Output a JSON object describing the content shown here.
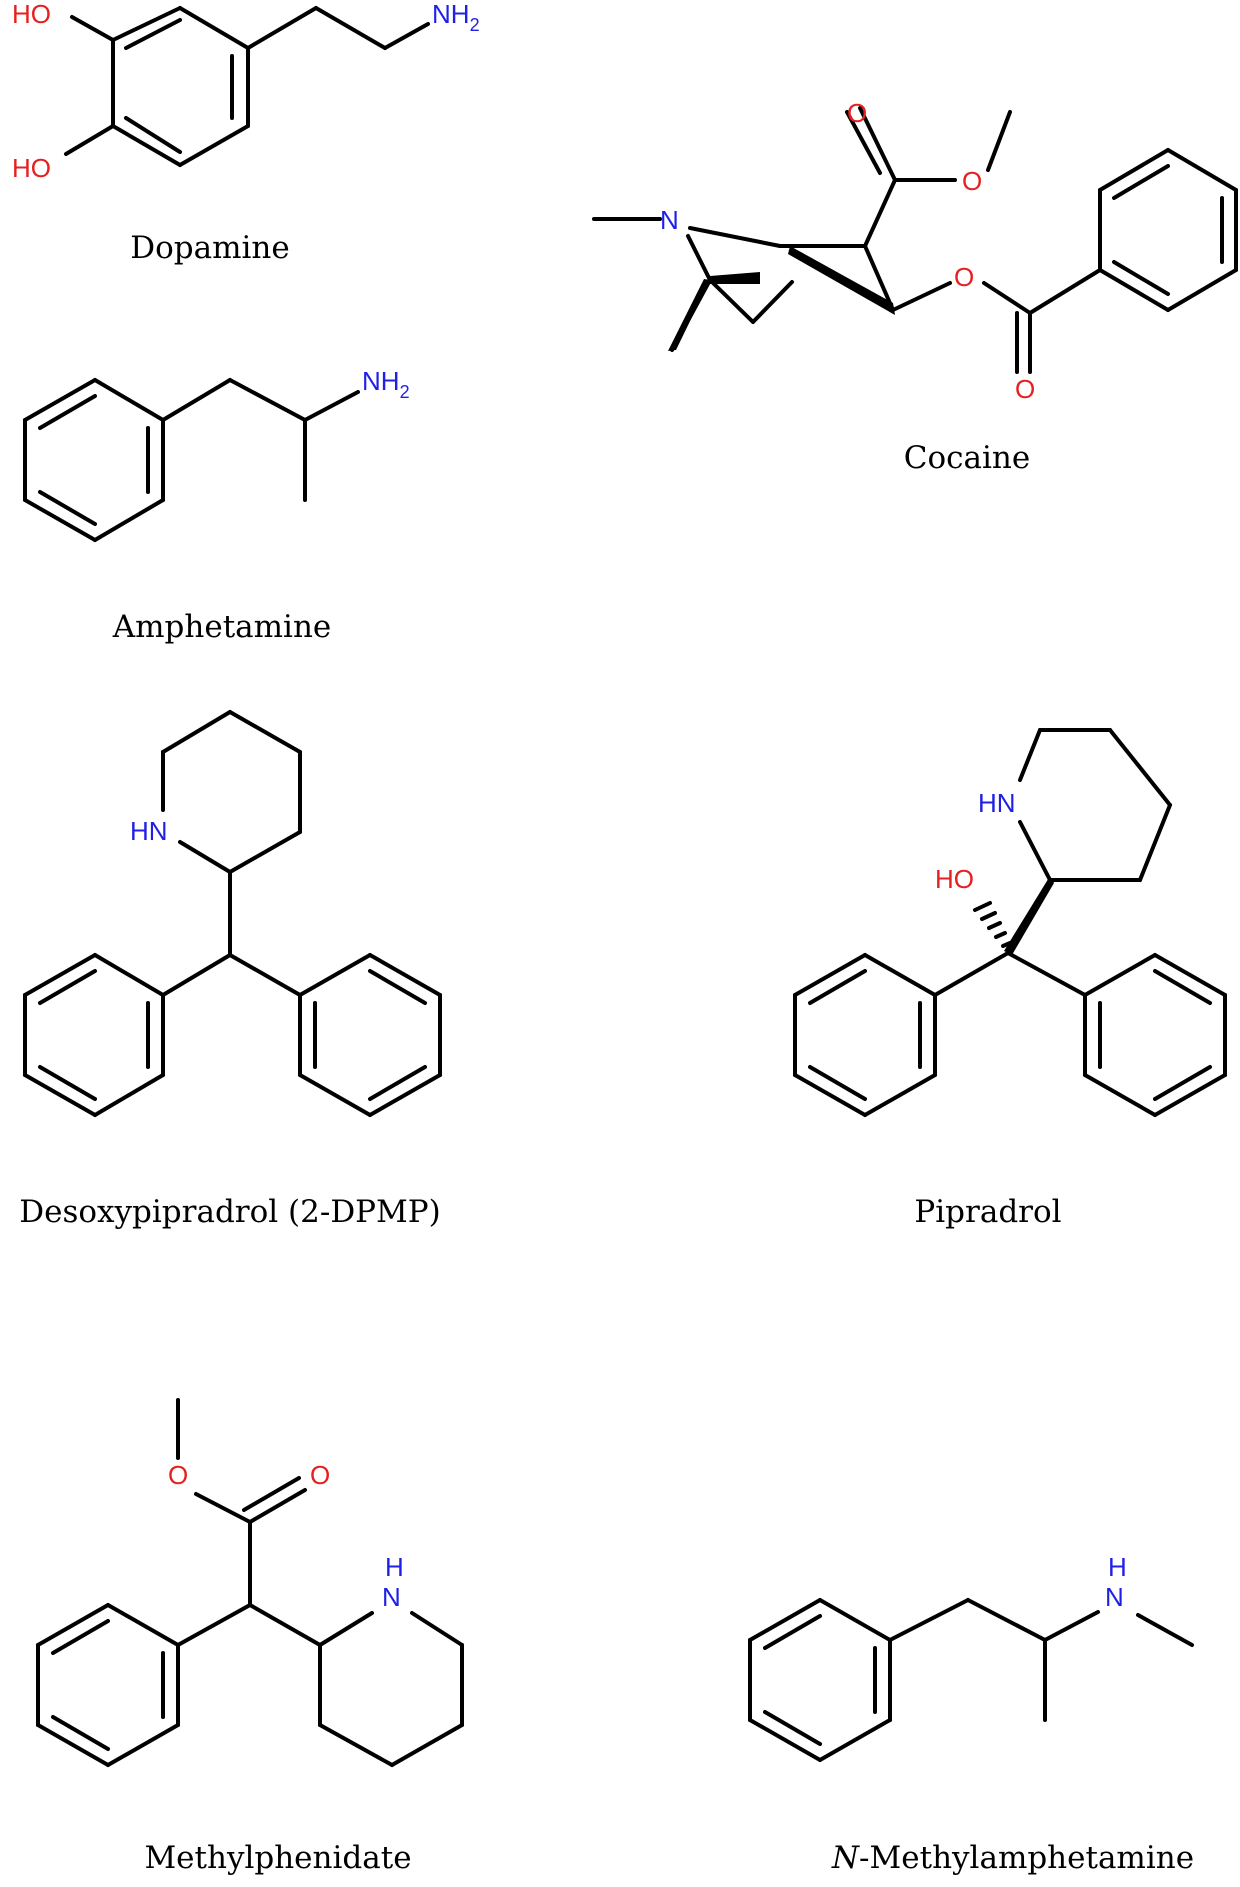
{
  "colors": {
    "bond": "#000000",
    "nitrogen": "#1f1fe6",
    "oxygen": "#e61f1f"
  },
  "molecules": {
    "dopamine": {
      "name": "Dopamine",
      "ho_top": "HO",
      "ho_bottom": "HO",
      "nh2": "NH",
      "nh2_sub": "2"
    },
    "cocaine": {
      "name": "Cocaine",
      "n": "N",
      "o_carbonyl_ester": "O",
      "o_methoxy": "O",
      "o_ester_link": "O",
      "o_benzoyl": "O"
    },
    "amphetamine": {
      "name": "Amphetamine",
      "nh2": "NH",
      "nh2_sub": "2"
    },
    "desoxypipradrol": {
      "name": "Desoxypipradrol (2-DPMP)",
      "hn": "HN"
    },
    "pipradrol": {
      "name": "Pipradrol",
      "hn": "HN",
      "ho": "HO"
    },
    "methylphenidate": {
      "name": "Methylphenidate",
      "o_methoxy": "O",
      "o_carbonyl": "O",
      "n": "N",
      "h": "H"
    },
    "n_methylamphetamine": {
      "name_prefix": "N",
      "name_rest": "-Methylamphetamine",
      "n": "N",
      "h": "H"
    }
  }
}
